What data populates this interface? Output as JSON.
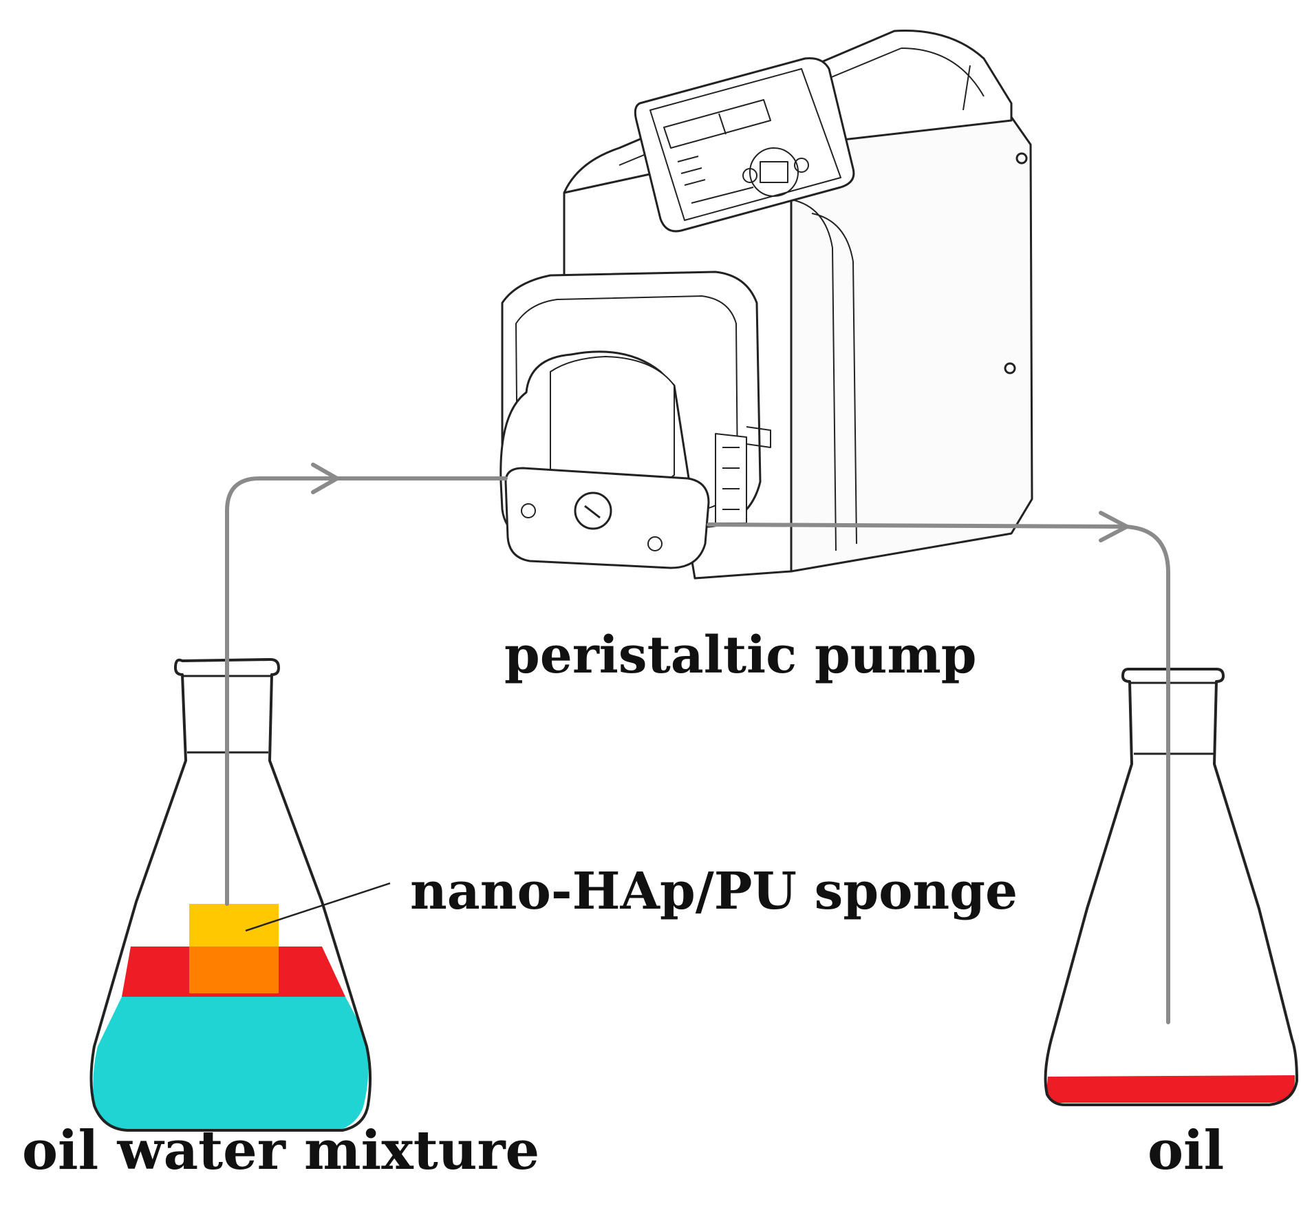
{
  "labels": {
    "pump": "peristaltic pump",
    "sponge": "nano-HAp/PU sponge",
    "mixture": "oil water mixture",
    "oil": "oil"
  },
  "colors": {
    "line": "#222222",
    "tube": "#8a8a8a",
    "sponge": "#FFC800",
    "sponge_in_oil": "#FF8000",
    "oil": "#EE1C25",
    "water": "#1FD4D2"
  }
}
